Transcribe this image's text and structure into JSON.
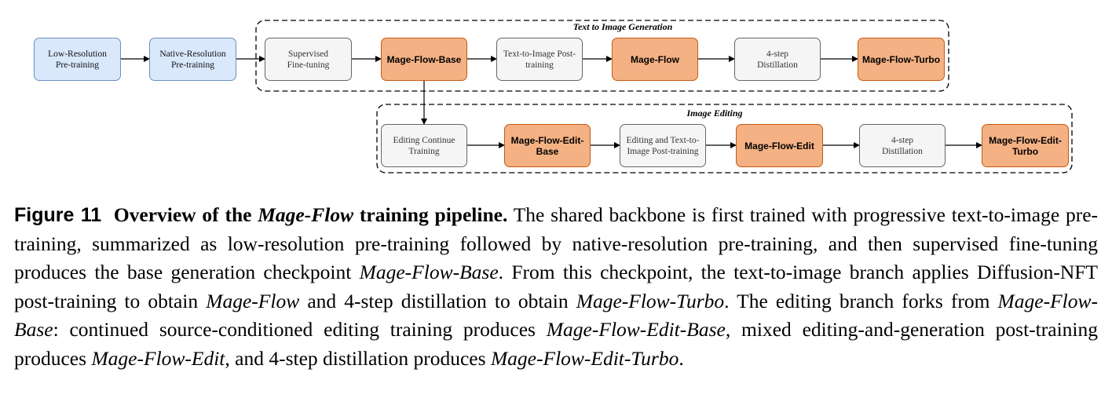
{
  "diagram": {
    "groups": {
      "t2i": "Text to Image Generation",
      "edit": "Image Editing"
    },
    "nodes": {
      "low_res": "Low-Resolution\nPre-training",
      "native_res": "Native-Resolution\nPre-training",
      "sft": "Supervised\nFine-tuning",
      "base": "Mage-Flow-Base",
      "t2i_post": "Text-to-Image Post-\ntraining",
      "flow": "Mage-Flow",
      "distill_1": "4-step\nDistillation",
      "turbo": "Mage-Flow-Turbo",
      "edit_cont": "Editing Continue\nTraining",
      "edit_base": "Mage-Flow-Edit-\nBase",
      "edit_post": "Editing and Text-to-\nImage Post-training",
      "edit": "Mage-Flow-Edit",
      "distill_2": "4-step\nDistillation",
      "edit_turbo": "Mage-Flow-Edit-\nTurbo"
    },
    "colors": {
      "pretrain_fill": "#dae8fc",
      "pretrain_border": "#6c8ebf",
      "process_fill": "#f5f5f5",
      "process_border": "#666666",
      "model_fill": "#f4b183",
      "model_border": "#c55a11"
    }
  },
  "caption": {
    "figure_number": "Figure 11",
    "title_before": "Overview of the ",
    "title_model": "Mage-Flow",
    "title_after": " training pipeline.",
    "s1": " The shared backbone is first trained with progressive text-to-image pre-training, summarized as low-resolution pre-training followed by native-resolution pre-training, and then supervised fine-tuning produces the base generation checkpoint ",
    "m1": "Mage-Flow-Base",
    "s2": ". From this checkpoint, the text-to-image branch applies Diffusion-NFT post-training to obtain ",
    "m2": "Mage-Flow",
    "s3": " and 4-step distillation to obtain ",
    "m3": "Mage-Flow-Turbo",
    "s4": ". The editing branch forks from ",
    "m4": "Mage-Flow-Base",
    "s5": ": continued source-conditioned editing training produces ",
    "m5": "Mage-Flow-Edit-Base",
    "s6": ", mixed editing-and-generation post-training produces ",
    "m6": "Mage-Flow-Edit",
    "s7": ", and 4-step distillation produces ",
    "m7": "Mage-Flow-Edit-Turbo",
    "s8": "."
  }
}
